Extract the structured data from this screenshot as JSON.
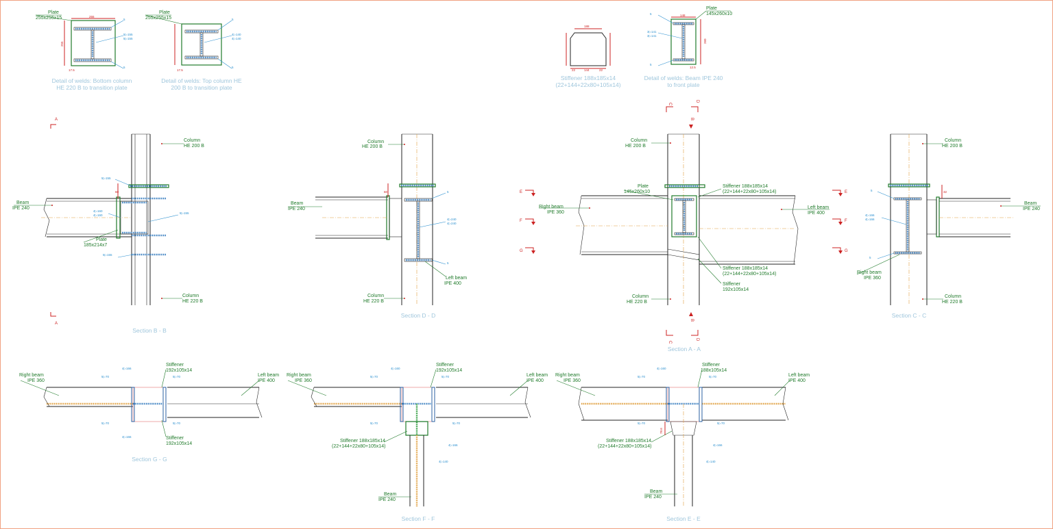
{
  "details": {
    "d1": {
      "label": "Plate",
      "spec": "255x255x15",
      "cap1": "Detail of welds: Bottom column",
      "cap2": "HE 220 B  to transition plate"
    },
    "d2": {
      "label": "Plate",
      "spec": "255x255x15",
      "cap1": "Detail of welds: Top column HE",
      "cap2": "200 B  to transition plate"
    },
    "d3": {
      "cap1": "Stiffener  188x185x14",
      "cap2": "(22+144+22x80+105x14)"
    },
    "d4": {
      "label": "Plate",
      "spec": "145x260x10",
      "cap1": "Detail of welds: Beam IPE 240",
      "cap2": "to front plate"
    }
  },
  "dims": {
    "a": "255",
    "b": "255",
    "c": "17.5",
    "d": "188",
    "e": "144",
    "f": "22",
    "g": "148",
    "h": "260",
    "i": "12.5",
    "j": "80",
    "k": "105",
    "l": "185"
  },
  "welds": {
    "w1": "5",
    "w2": "5▷155",
    "w3": "5▷155",
    "w4": "5▷155",
    "w5": "4▷140",
    "w6": "4▷140",
    "w7": "3▷141",
    "w8": "5▷155",
    "w9": "4▷160",
    "w10": "4▷166",
    "w11": "5▷70",
    "w12": "4▷240"
  },
  "sections": {
    "bb": {
      "cap": "Section B - B",
      "col_top_l": "Column",
      "col_top_s": "HE 200 B",
      "col_bot_l": "Column",
      "col_bot_s": "HE 220 B",
      "beam_l": "Beam",
      "beam_s": "IPE 240",
      "plate_l": "Plate",
      "plate_s": "185x214x7",
      "mark": "A",
      "dim": "60"
    },
    "dd": {
      "cap": "Section D - D",
      "col_top_l": "Column",
      "col_top_s": "HE 200 B",
      "col_bot_l": "Column",
      "col_bot_s": "HE 220 B",
      "beam_l": "Beam",
      "beam_s": "IPE 240",
      "lb_l": "Left beam",
      "lb_s": "IPE 400",
      "dim": "60"
    },
    "aa": {
      "cap": "Section A - A",
      "col_top_l": "Column",
      "col_top_s": "HE 200 B",
      "col_bot_l": "Column",
      "col_bot_s": "HE 220 B",
      "plate_l": "Plate",
      "plate_s": "145x260x10",
      "rb_l": "Right beam",
      "rb_s": "IPE 360",
      "lb_l": "Left beam",
      "lb_s": "IPE 400",
      "st1_l": "Stiffener 188x185x14",
      "st1_s": "(22+144+22x80+105x14)",
      "st2_l": "Stiffener 188x185x14",
      "st2_s": "(22+144+22x80+105x14)",
      "st3_l": "Stiffener",
      "st3_s": "192x105x14",
      "mE": "E",
      "mF": "F",
      "mG": "G",
      "mC": "C",
      "mD": "D",
      "mB": "B"
    },
    "cc": {
      "cap": "Section C - C",
      "col_top_l": "Column",
      "col_top_s": "HE 200 B",
      "col_bot_l": "Column",
      "col_bot_s": "HE 220 B",
      "beam_l": "Beam",
      "beam_s": "IPE 240",
      "rb_l": "Right beam",
      "rb_s": "IPE 360",
      "mE": "E",
      "mF": "F",
      "mG": "G",
      "dim": "32"
    },
    "gg": {
      "cap": "Section G - G",
      "rb_l": "Right beam",
      "rb_s": "IPE 360",
      "lb_l": "Left beam",
      "lb_s": "IPE 400",
      "st1_l": "Stiffener",
      "st1_s": "192x105x14",
      "st2_l": "Stiffener",
      "st2_s": "192x105x14"
    },
    "ff": {
      "cap": "Section F - F",
      "rb_l": "Right beam",
      "rb_s": "IPE 360",
      "lb_l": "Left beam",
      "lb_s": "IPE 400",
      "st1_l": "Stiffener",
      "st1_s": "192x105x14",
      "st2_l": "Stiffener 188x185x14",
      "st2_s": "(22+144+22x80+105x14)",
      "bm_l": "Beam",
      "bm_s": "IPE 240"
    },
    "ee": {
      "cap": "Section E - E",
      "rb_l": "Right beam",
      "rb_s": "IPE 360",
      "lb_l": "Left beam",
      "lb_s": "IPE 400",
      "st1_l": "Stiffener",
      "st1_s": "188x105x14",
      "st2_l": "Stiffener 188x185x14",
      "st2_s": "(22+144+22x80+105x14)",
      "bm_l": "Beam",
      "bm_s": "IPE 240",
      "dim": "78.6"
    }
  }
}
